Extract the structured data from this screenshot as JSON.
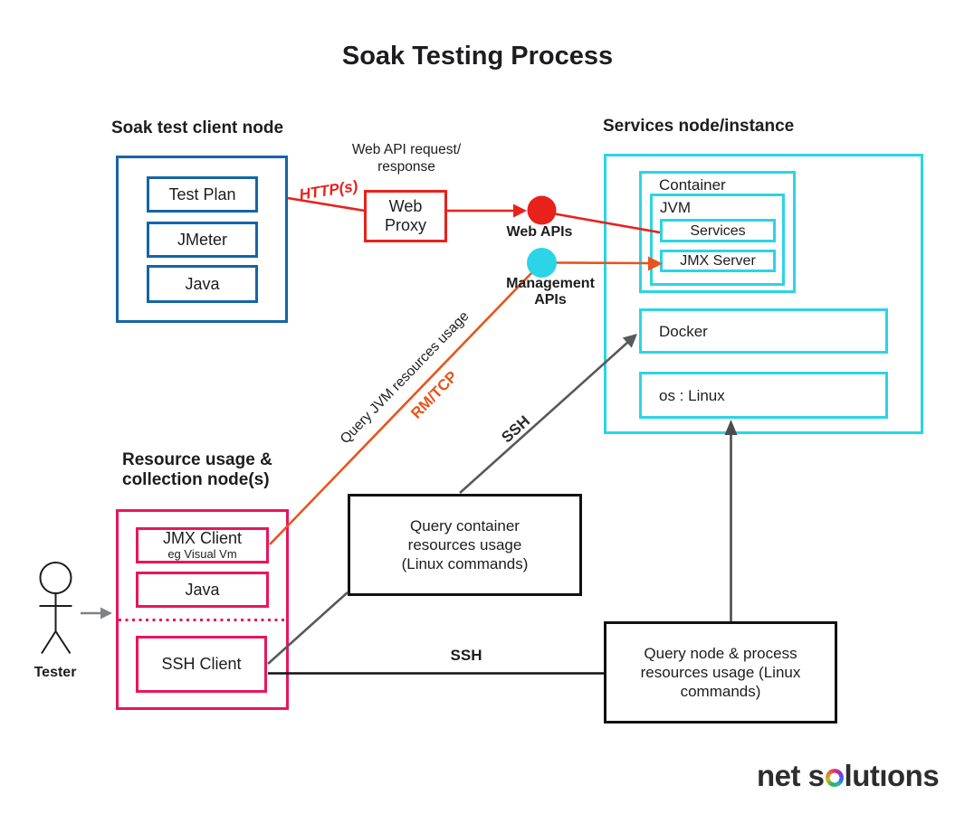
{
  "title": "Soak Testing Process",
  "client_node": {
    "heading": "Soak test client node",
    "items": [
      "Test Plan",
      "JMeter",
      "Java"
    ]
  },
  "flow": {
    "http_label": "HTTP(s)",
    "web_api_annotation": [
      "Web API request/",
      "response"
    ],
    "web_proxy": [
      "Web",
      "Proxy"
    ],
    "web_apis_label": "Web APIs",
    "management_apis_label": [
      "Management",
      "APIs"
    ],
    "query_jvm_label": "Query JVM resources usage",
    "rm_tcp_label": "RM/TCP",
    "ssh_diagonal_label": "SSH",
    "ssh_horizontal_label": "SSH"
  },
  "services_node": {
    "heading": "Services node/instance",
    "container_label": "Container",
    "jvm_label": "JVM",
    "services_label": "Services",
    "jmx_server_label": "JMX Server",
    "docker_label": "Docker",
    "os_label": "os : Linux"
  },
  "resource_node": {
    "heading": [
      "Resource usage &",
      "collection node(s)"
    ],
    "jmx_client_label": "JMX Client",
    "jmx_client_sub": "eg Visual Vm",
    "java_label": "Java",
    "ssh_client_label": "SSH Client"
  },
  "actor": {
    "label": "Tester"
  },
  "query_container_box": [
    "Query container",
    "resources usage",
    "(Linux commands)"
  ],
  "query_node_box": [
    "Query node & process",
    "resources usage (Linux",
    "commands)"
  ],
  "logo": {
    "prefix": "net s",
    "suffix": "lutıons"
  },
  "colors": {
    "blue": "#1565A8",
    "red": "#E8211A",
    "cyan": "#2BD4E6",
    "pink": "#E9155E",
    "orange": "#E8541C",
    "gray_line": "#58595B",
    "dark_line": "#4A4C4E",
    "tester_arrow": "#808285",
    "black_line": "#111111",
    "text": "#1D1D1F",
    "logo_text": "#2D2D2D"
  }
}
